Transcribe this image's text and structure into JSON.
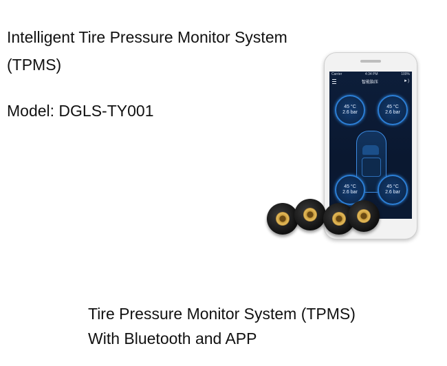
{
  "product": {
    "title_line1": "Intelligent Tire Pressure Monitor System",
    "title_line2": "(TPMS)",
    "model": "Model: DGLS-TY001",
    "caption_line1": "Tire Pressure Monitor System (TPMS)",
    "caption_line2": "With Bluetooth and APP"
  },
  "phone_app": {
    "status_left": "Carrier",
    "status_time": "4:34 PM",
    "status_right": "100%",
    "app_title": "智能胎压",
    "gauges": [
      {
        "temp": "45 °C",
        "pressure": "2.6 bar"
      },
      {
        "temp": "45 °C",
        "pressure": "2.6 bar"
      },
      {
        "temp": "45 °C",
        "pressure": "2.6 bar"
      },
      {
        "temp": "45 °C",
        "pressure": "2.6 bar"
      }
    ]
  },
  "icons": {
    "menu": "menu-icon",
    "volume": "speaker-icon"
  },
  "colors": {
    "screen_bg": "#0d1e3a",
    "gauge_ring": "#2c7fd6",
    "sensor_body": "#101010",
    "sensor_nut": "#c79a3b"
  }
}
